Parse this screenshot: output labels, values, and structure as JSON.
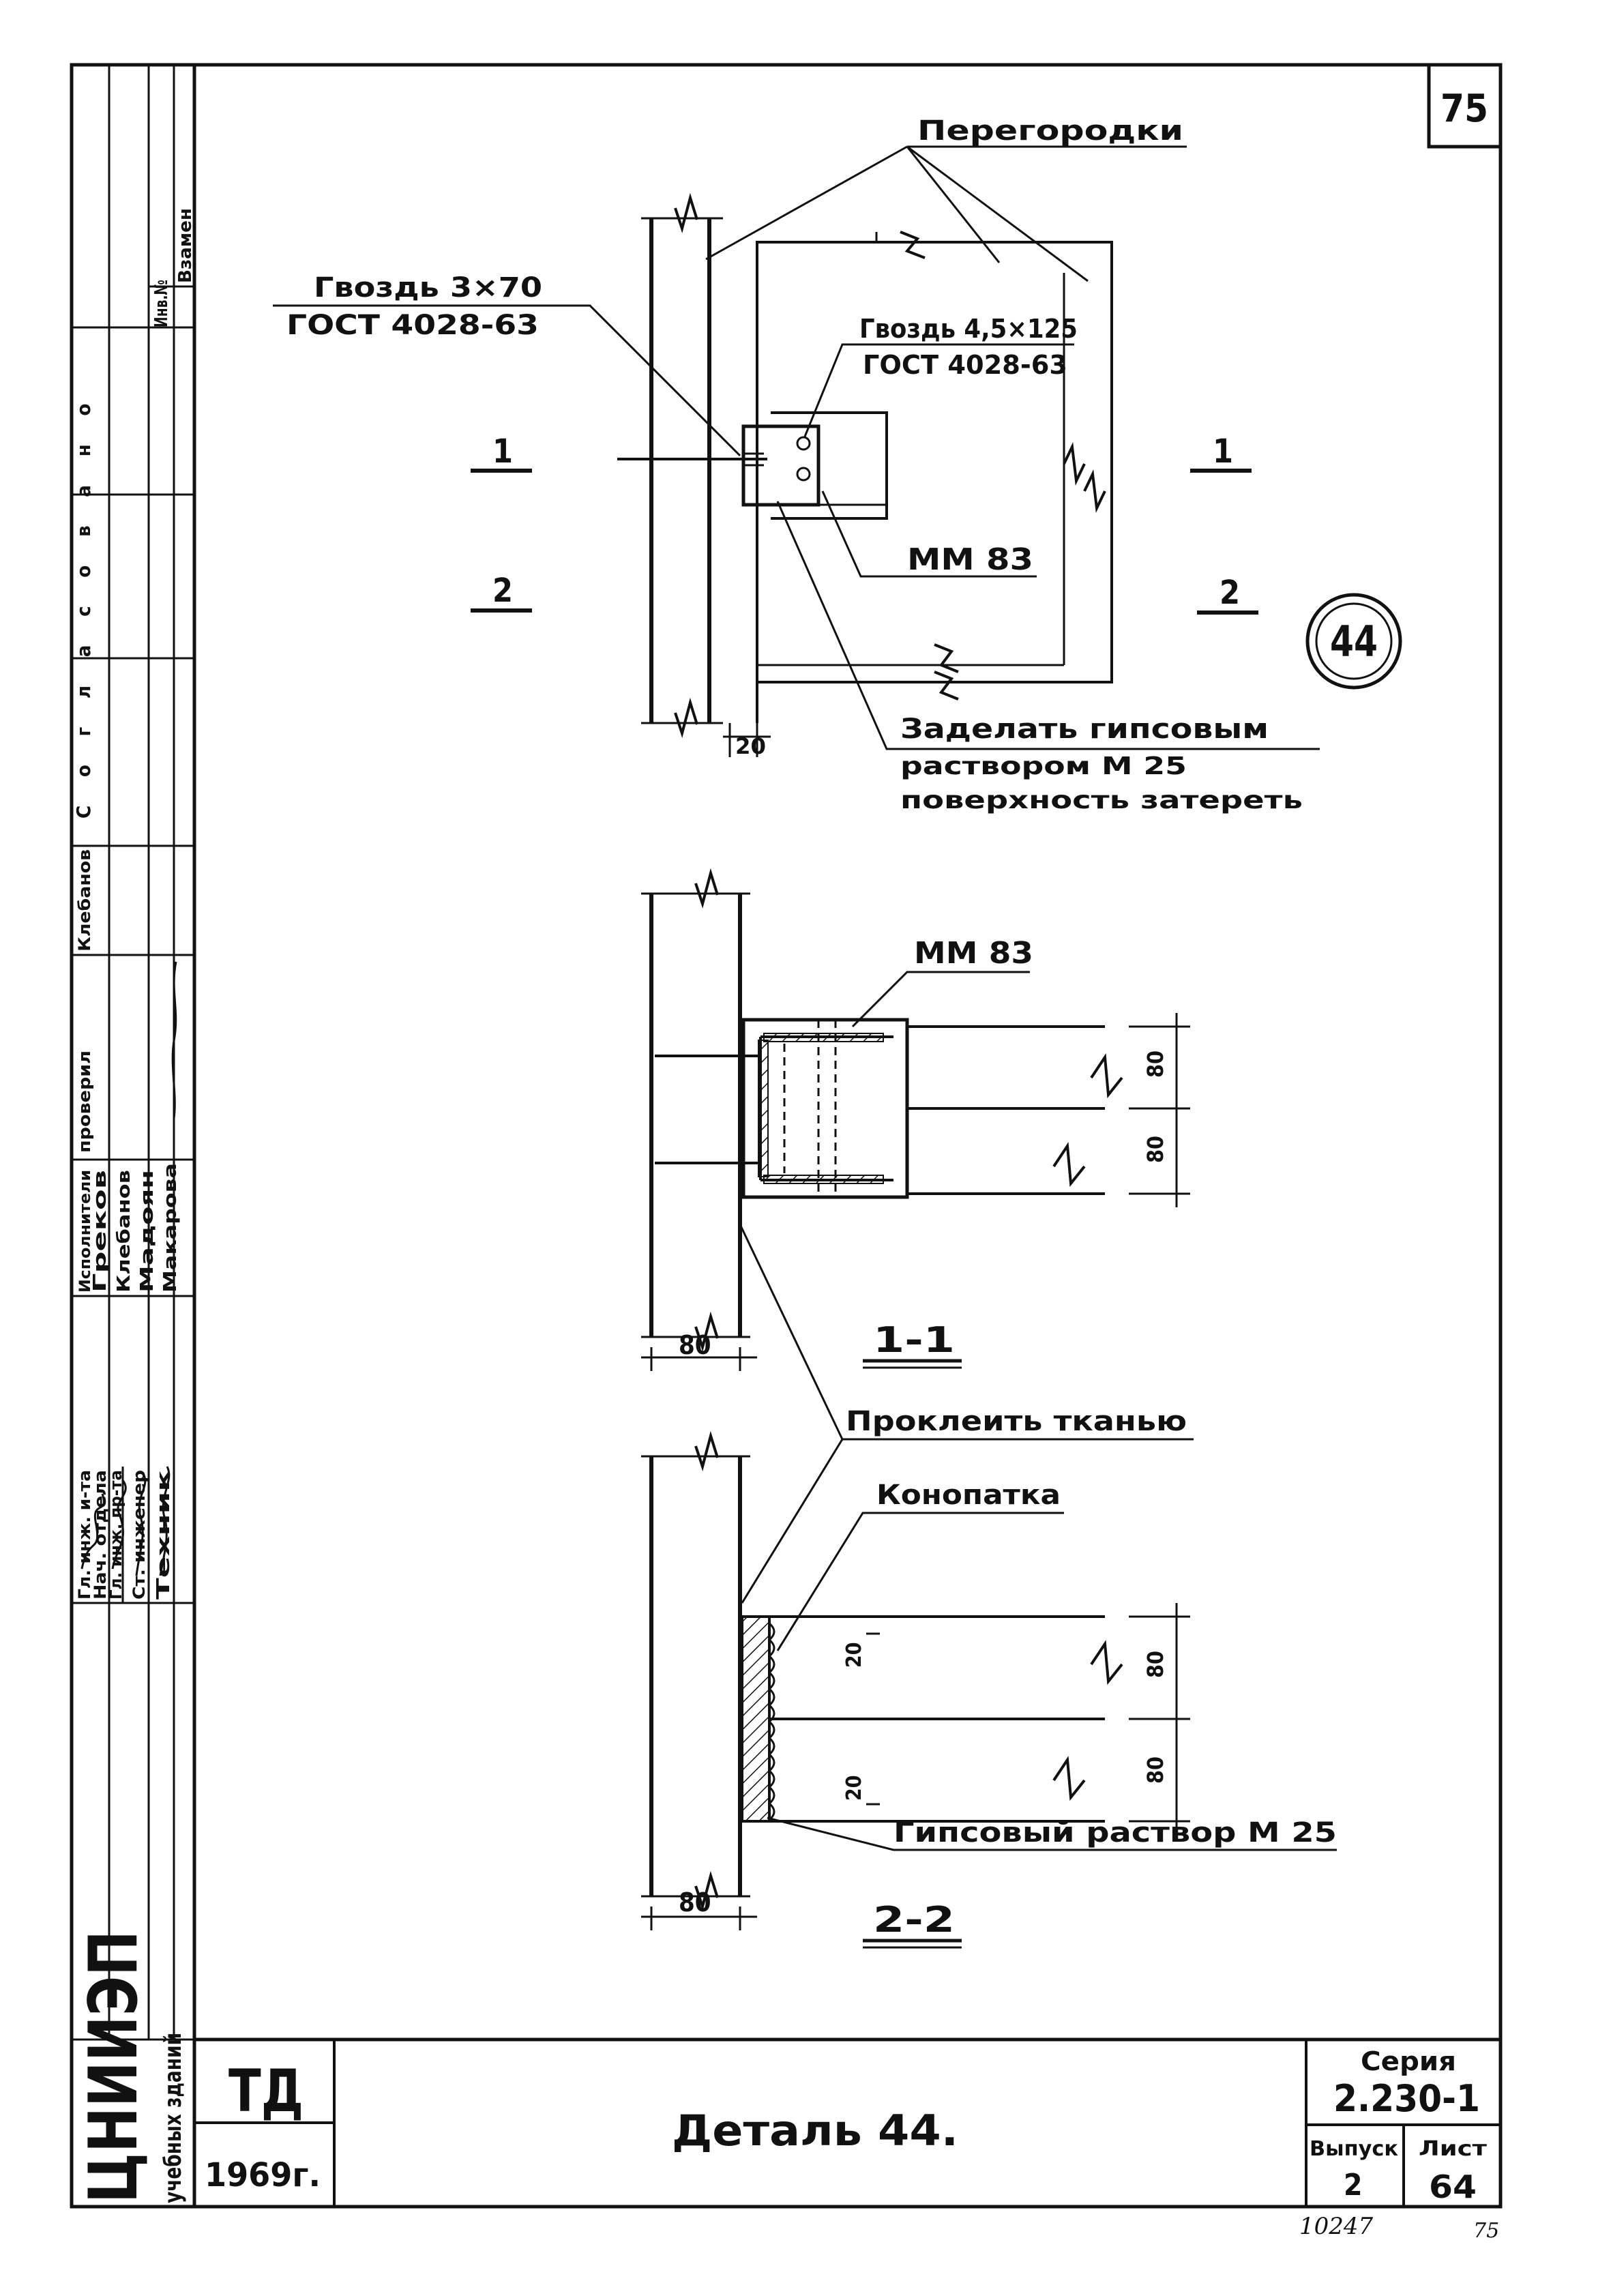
{
  "sheet": {
    "page_number": "75",
    "detail_mark": "44",
    "bottom_ref": "10247",
    "bottom_page": "75"
  },
  "plan": {
    "partitions": "Перегородки",
    "nail_left_l1": "Гвоздь 3×70",
    "nail_left_l2": "ГОСТ 4028-63",
    "nail_right_l1": "Гвоздь 4,5×125",
    "nail_right_l2": "ГОСТ 4028-63",
    "profile": "ММ 83",
    "seal_l1": "Заделать гипсовым",
    "seal_l2": "раствором М 25",
    "seal_l3": "поверхность затереть",
    "dim_20": "20",
    "cut1_left": "1",
    "cut2_left": "2",
    "cut1_right": "1",
    "cut2_right": "2"
  },
  "section1": {
    "profile": "ММ 83",
    "dim_80_wall": "80",
    "dim_80_a": "80",
    "dim_80_b": "80",
    "title": "1-1"
  },
  "section2": {
    "glue_fabric": "Проклеить тканью",
    "caulk": "Конопатка",
    "dim_20_a": "20",
    "dim_20_b": "20",
    "dim_80_a": "80",
    "dim_80_b": "80",
    "dim_80_wall": "80",
    "gypsum": "Гипсовый раствор М 25",
    "title": "2-2"
  },
  "left_strip": {
    "org": "ЦНИИЭП",
    "org_sub": "учебных зданий",
    "approved": "Согласовано",
    "inv_no": "Инв.№",
    "replace": "Взамен",
    "head_role": "Гл. инж. и-та",
    "dept_role": "Нач. отдела",
    "chief_role": "Гл. инж. пр-та",
    "senior_role": "Ст. инженер",
    "tech_role": "Техник",
    "checked": "проверил",
    "normcontrol": "Клебанов",
    "name_1": "Греков",
    "name_2": "Клебанов",
    "name_3": "Мадоян",
    "name_4": "Макарова",
    "head_col": "Исполнители"
  },
  "title_block": {
    "td": "ТД",
    "year": "1969г.",
    "title": "Деталь 44.",
    "series_label": "Серия",
    "series_value": "2.230-1",
    "issue_label": "Выпуск",
    "issue_value": "2",
    "sheet_label": "Лист",
    "sheet_value": "64"
  }
}
